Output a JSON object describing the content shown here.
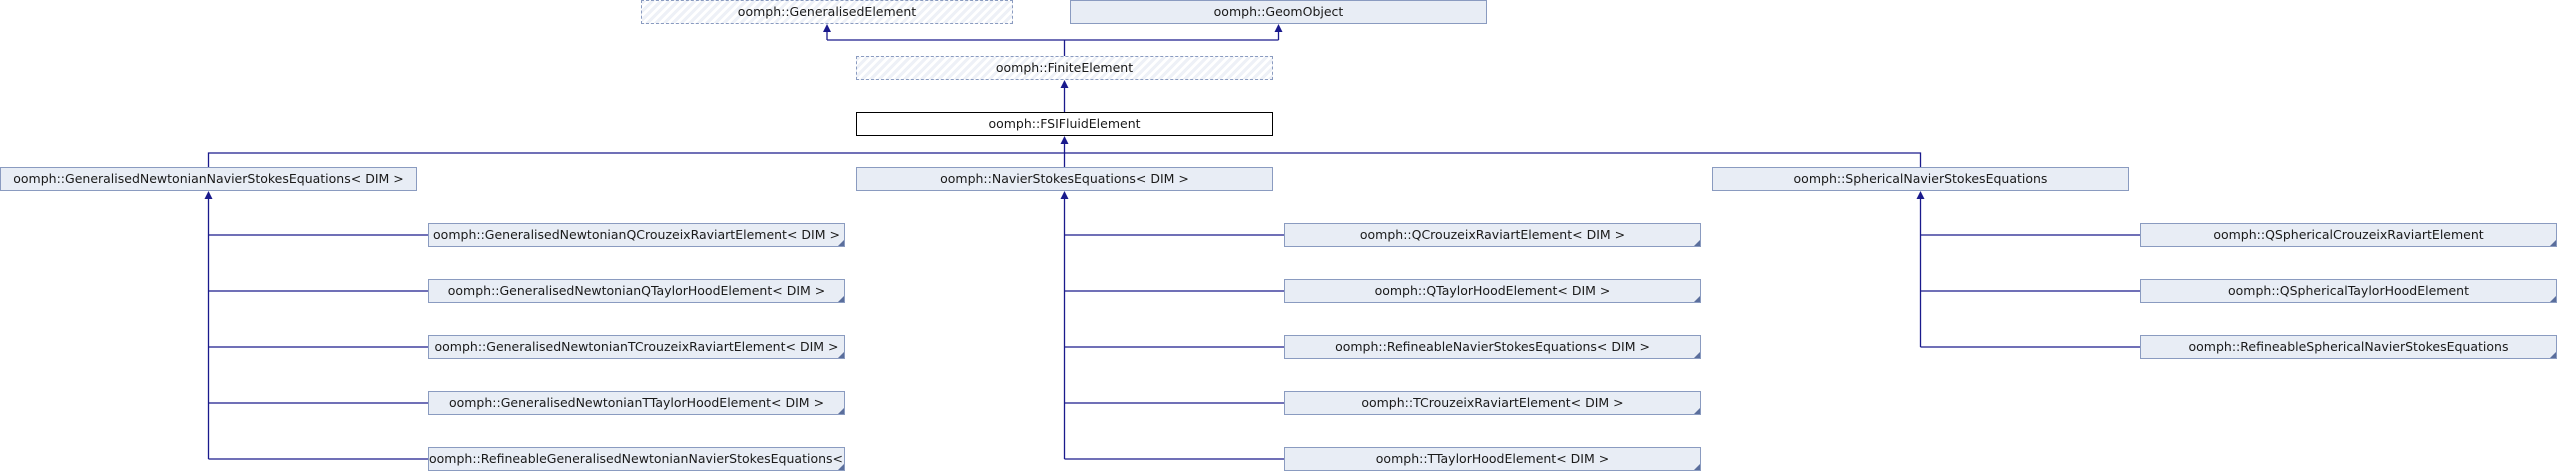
{
  "diagram": {
    "nodes": {
      "generalised_element": "oomph::GeneralisedElement",
      "geom_object": "oomph::GeomObject",
      "finite_element": "oomph::FiniteElement",
      "fsi_fluid_element": "oomph::FSIFluidElement",
      "gen_newtonian_ns": "oomph::GeneralisedNewtonianNavierStokesEquations< DIM >",
      "navier_stokes": "oomph::NavierStokesEquations< DIM >",
      "spherical_ns": "oomph::SphericalNavierStokesEquations",
      "gn_q_crouzeix": "oomph::GeneralisedNewtonianQCrouzeixRaviartElement< DIM >",
      "gn_q_taylor_hood": "oomph::GeneralisedNewtonianQTaylorHoodElement< DIM >",
      "gn_t_crouzeix": "oomph::GeneralisedNewtonianTCrouzeixRaviartElement< DIM >",
      "gn_t_taylor_hood": "oomph::GeneralisedNewtonianTTaylorHoodElement< DIM >",
      "gn_refineable": "oomph::RefineableGeneralisedNewtonianNavierStokesEquations< DIM >",
      "q_crouzeix": "oomph::QCrouzeixRaviartElement< DIM >",
      "q_taylor_hood": "oomph::QTaylorHoodElement< DIM >",
      "refineable_ns": "oomph::RefineableNavierStokesEquations< DIM >",
      "t_crouzeix": "oomph::TCrouzeixRaviartElement< DIM >",
      "t_taylor_hood": "oomph::TTaylorHoodElement< DIM >",
      "q_spherical_crouzeix": "oomph::QSphericalCrouzeixRaviartElement",
      "q_spherical_taylor_hood": "oomph::QSphericalTaylorHoodElement",
      "refineable_spherical_ns": "oomph::RefineableSphericalNavierStokesEquations"
    },
    "edge_color": "#1a1a8c",
    "node_fill": "#e8edf5",
    "node_border": "#8a9bc0"
  }
}
